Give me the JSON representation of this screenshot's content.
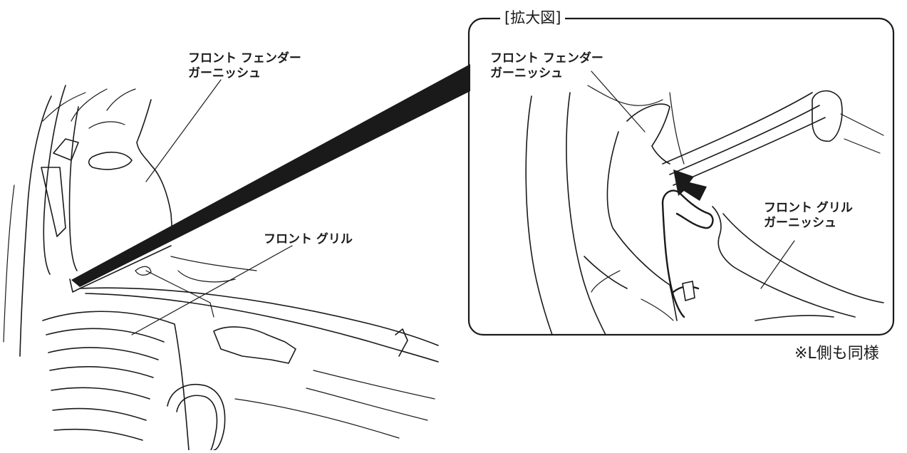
{
  "main_view": {
    "label_fender_garnish": [
      "フロント フェンダー",
      "ガーニッシュ"
    ],
    "label_front_grille": "フロント グリル"
  },
  "detail_view": {
    "title": "[拡大図]",
    "label_fender_garnish": [
      "フロント フェンダー",
      "ガーニッシュ"
    ],
    "label_grille_garnish": [
      "フロント グリル",
      "ガーニッシュ"
    ]
  },
  "note": "※L側も同様",
  "colors": {
    "line": "#1a1a1a",
    "background": "#ffffff"
  }
}
